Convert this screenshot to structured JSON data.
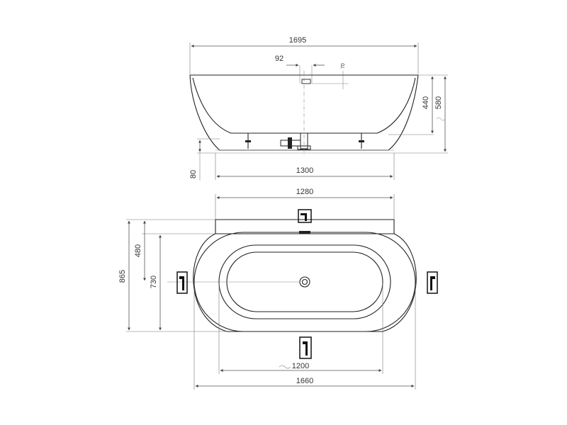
{
  "side_view": {
    "length_total": "1695",
    "drain_offset": "92",
    "overflow_small": "70",
    "height_rim": "440",
    "height_total": "580",
    "foot_height": "80",
    "base_length": "1300"
  },
  "top_view": {
    "inner_top_width": "1280",
    "width_total": "865",
    "width_inner": "730",
    "offset_480": "480",
    "inner_length": "1200",
    "length_total": "1660"
  },
  "icons": {
    "faucet": "faucet-icon"
  }
}
